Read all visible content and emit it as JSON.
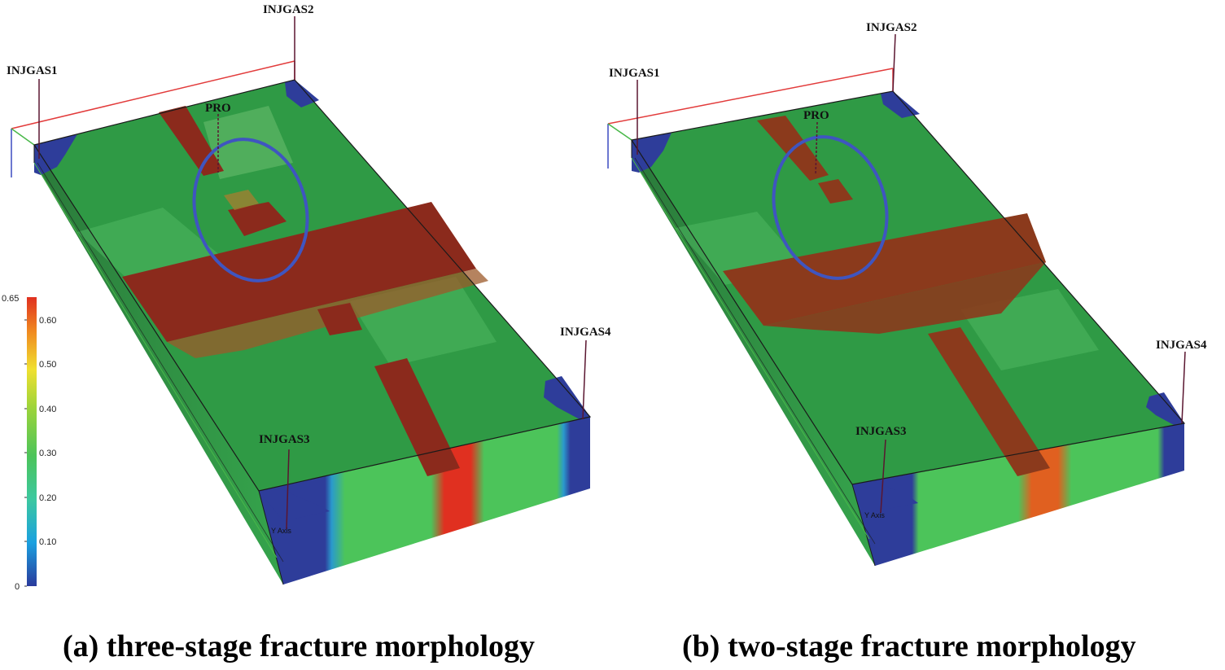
{
  "colorbar": {
    "max_label": "0.65",
    "ticks": [
      "0.60",
      "0.50",
      "0.40",
      "0.30",
      "0.20",
      "0.10",
      "0"
    ],
    "colors": [
      "#2a3a9c",
      "#1aa0e0",
      "#3cc8a0",
      "#4cc45a",
      "#9ed43a",
      "#f0e030",
      "#f08a20",
      "#e03020"
    ]
  },
  "panels": [
    {
      "caption": "(a) three-stage fracture morphology",
      "wells": {
        "injgas1": "INJGAS1",
        "injgas2": "INJGAS2",
        "injgas3": "INJGAS3",
        "injgas4": "INJGAS4",
        "pro": "PRO"
      },
      "axis_label": "Y Axis"
    },
    {
      "caption": "(b) two-stage fracture morphology",
      "wells": {
        "injgas1": "INJGAS1",
        "injgas2": "INJGAS2",
        "injgas3": "INJGAS3",
        "injgas4": "INJGAS4",
        "pro": "PRO"
      },
      "axis_label": "Y Axis"
    }
  ],
  "colors": {
    "matrix_green": "#2f9a45",
    "fracture_red": "#8b2a1c",
    "corner_blue": "#2e3d9a",
    "ellipse_blue": "#3f55c0",
    "frame_red": "#e23b3b"
  }
}
